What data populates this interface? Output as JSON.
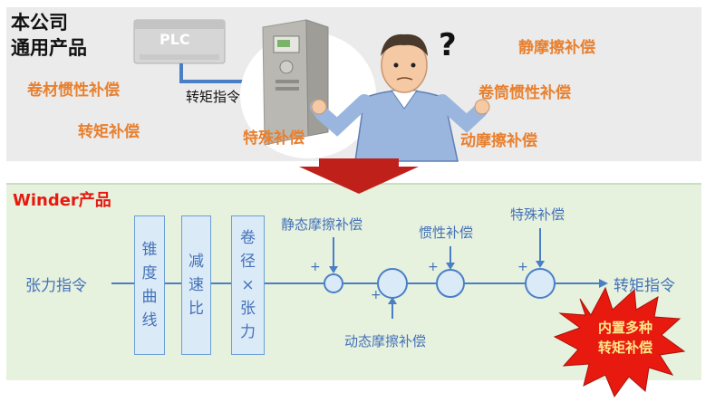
{
  "top": {
    "title_line1": "本公司",
    "title_line2": "通用产品",
    "plc_label": "PLC",
    "torque_cmd_label": "转矩指令",
    "question_mark": "?",
    "left_items": [
      "卷材惯性补偿",
      "转矩补偿"
    ],
    "center_item": "特殊补偿",
    "right_items": [
      "静摩擦补偿",
      "卷筒惯性补偿",
      "动摩擦补偿"
    ]
  },
  "bottom": {
    "title": "Winder产品",
    "input_label": "张力指令",
    "output_label": "转矩指令",
    "blocks": [
      {
        "chars": [
          "锥",
          "度",
          "曲",
          "线"
        ]
      },
      {
        "chars": [
          "减",
          "速",
          "比"
        ]
      },
      {
        "chars": [
          "卷",
          "径",
          "×",
          "张",
          "力"
        ]
      }
    ],
    "comp_static": "静态摩擦补偿",
    "comp_dynamic": "动态摩擦补偿",
    "comp_inertia": "惯性补偿",
    "comp_special": "特殊补偿",
    "plus": "+",
    "burst_line1": "内置多种",
    "burst_line2": "转矩补偿"
  },
  "colors": {
    "top_bg": "#ebebeb",
    "bottom_bg": "#e6f1de",
    "orange": "#e8802f",
    "blue": "#4472b8",
    "red": "#e8190f",
    "arrow_red": "#c0201a",
    "burst_yellow": "#fde98a"
  }
}
